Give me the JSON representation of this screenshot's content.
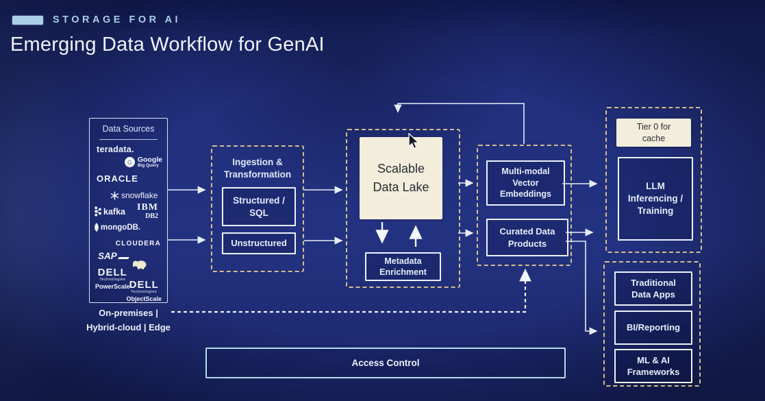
{
  "slide": {
    "kicker": "STORAGE FOR AI",
    "title": "Emerging Data Workflow for GenAI"
  },
  "data_sources": {
    "title": "Data Sources",
    "caption": "On-premises |\nHybrid-cloud | Edge",
    "logos": [
      {
        "name": "teradata",
        "text": "teradata."
      },
      {
        "name": "google-bigquery",
        "icon_letter": "G",
        "text": "Google",
        "sub": "Big Query"
      },
      {
        "name": "oracle",
        "text": "ORACLE"
      },
      {
        "name": "snowflake",
        "text": "snowflake"
      },
      {
        "name": "kafka",
        "text": "kafka"
      },
      {
        "name": "ibm-db2",
        "text": "IBM",
        "sub": "DB2"
      },
      {
        "name": "mongodb",
        "text": "mongoDB."
      },
      {
        "name": "cloudera",
        "text": "CLOUDERA"
      },
      {
        "name": "sap",
        "text": "SAP"
      },
      {
        "name": "hadoop-elephant"
      },
      {
        "name": "dell-powerscale",
        "text": "DELL",
        "sub": "Technologies",
        "product": "PowerScale"
      },
      {
        "name": "dell-objectscale",
        "text": "DELL",
        "sub": "Technologies",
        "product": "ObjectScale"
      }
    ]
  },
  "ingestion": {
    "title": "Ingestion &\nTransformation",
    "structured": "Structured /\nSQL",
    "unstructured": "Unstructured"
  },
  "data_lake": {
    "label": "Scalable\nData Lake",
    "metadata": "Metadata\nEnrichment"
  },
  "vector_stage": {
    "embeddings": "Multi-modal\nVector\nEmbeddings",
    "curated": "Curated Data\nProducts"
  },
  "inference_stage": {
    "cache": "Tier 0 for\ncache",
    "llm": "LLM\nInferencing /\nTraining"
  },
  "apps_stage": {
    "traditional": "Traditional\nData Apps",
    "bi": "BI/Reporting",
    "ml": "ML & AI\nFrameworks"
  },
  "access_control": {
    "label": "Access Control"
  },
  "colors": {
    "background": "#212f7d",
    "accent_light_blue": "#a9cde9",
    "dashed_border": "#d8bd8a",
    "box_border": "#edf1f9",
    "cream_fill": "#f3eedb",
    "line": "#e7edf8"
  }
}
